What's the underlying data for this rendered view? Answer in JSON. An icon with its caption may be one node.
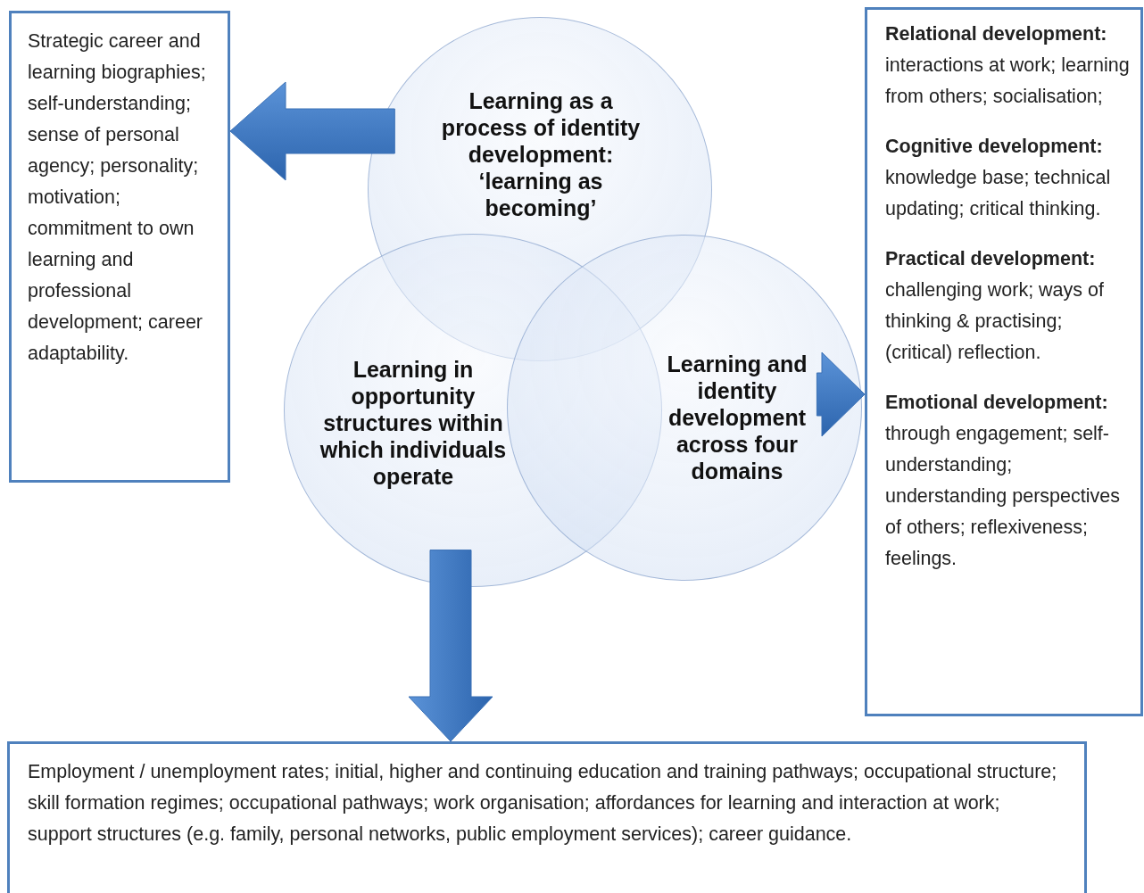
{
  "diagram": {
    "nodes": [
      {
        "text": [
          "Strategic career and learning biographies; self-understanding; sense of personal agency; personality; motivation; commitment to own learning and professional development; career adaptability."
        ]
      },
      {
        "text": [
          "Learning as a process of identity development: ‘learning as becoming’"
        ]
      },
      {
        "text": [
          "Learning in opportunity structures within which individuals operate"
        ]
      },
      {
        "text": [
          "Learning and identity development across four domains"
        ]
      },
      {
        "text": [
          "**Relational development:** interactions at work; learning from others; socialisation;",
          "**Cognitive development:** knowledge base; technical updating; critical thinking.",
          "**Practical development:** challenging work; ways of thinking & practising; (critical) reflection.",
          "**Emotional development:** through engagement; self-understanding; understanding perspectives of others; reflexiveness; feelings."
        ]
      },
      {
        "text": [
          "Employment / unemployment rates; initial, higher and continuing education and training pathways; occupational structure; skill formation regimes;  occupational pathways; work organisation; affordances for learning and interaction at work; support structures (e.g. family, personal networks, public employment services); career guidance."
        ]
      }
    ],
    "edges": [
      {
        "from": 1,
        "to": 0,
        "arrow": "to",
        "style": "thick"
      },
      {
        "from": 3,
        "to": 4,
        "arrow": "to",
        "style": "thick"
      },
      {
        "from": 2,
        "to": 5,
        "arrow": "to",
        "style": "thick"
      }
    ]
  }
}
